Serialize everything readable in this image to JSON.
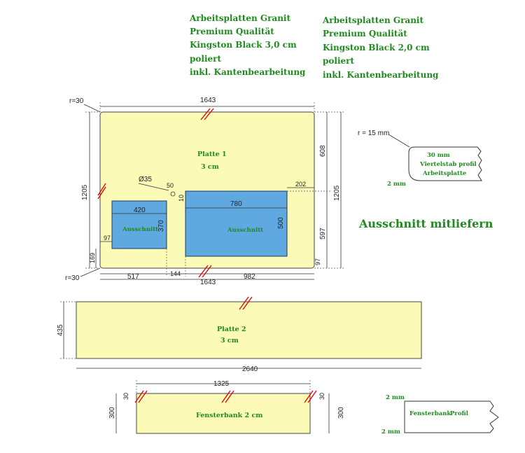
{
  "header_left": [
    "Arbeitsplatten Granit",
    "Premium Qualität",
    "Kingston Black 3,0 cm",
    "poliert",
    "inkl. Kantenbearbeitung"
  ],
  "header_right": [
    "Arbeitsplatten Granit",
    "Premium Qualität",
    "Kingston Black 2,0 cm",
    "poliert",
    "inkl. Kantenbearbeitung"
  ],
  "note": "Ausschnitt mitliefern",
  "plate1": {
    "name": "Platte 1",
    "thickness": "3 cm",
    "width": "1643",
    "width_bottom": "1643",
    "height_left": "1205",
    "height_right": "1205",
    "right_top": "608",
    "right_bottom": "597",
    "radius_top": "r=30",
    "radius_bottom": "r=30",
    "hole": "Ø35",
    "hole_off": "50",
    "hole_small": "10",
    "seg_517": "517",
    "seg_144": "144",
    "seg_982": "982",
    "dim_202": "202",
    "dim_97_left": "97",
    "dim_97_right": "97",
    "dim_169": "169",
    "cutout_a": {
      "label": "Ausschnitt",
      "w": "420",
      "h": "370"
    },
    "cutout_b": {
      "label": "Ausschnitt",
      "w": "780",
      "h": "500"
    }
  },
  "profile_top": {
    "radius": "r = 15 mm",
    "line1": "30 mm",
    "line2": "Viertelstab profil",
    "line3": "Arbeitsplatte",
    "foot": "2 mm"
  },
  "plate2": {
    "name": "Platte 2",
    "thickness": "3 cm",
    "width": "2640",
    "height": "435"
  },
  "fensterbank": {
    "name": "Fensterbank 2 cm",
    "width": "1325",
    "height_left": "300",
    "height_right": "300",
    "small_left": "30",
    "small_right": "30"
  },
  "profile_bottom": {
    "top": "2 mm",
    "label1": "Fensterbank",
    "label2": "Profil",
    "bottom": "2 mm"
  },
  "colors": {
    "slab": "#fbfbb7",
    "cutout": "#5fa8e0",
    "text_green": "#1f8a1f",
    "tick_red": "#dd0000"
  }
}
